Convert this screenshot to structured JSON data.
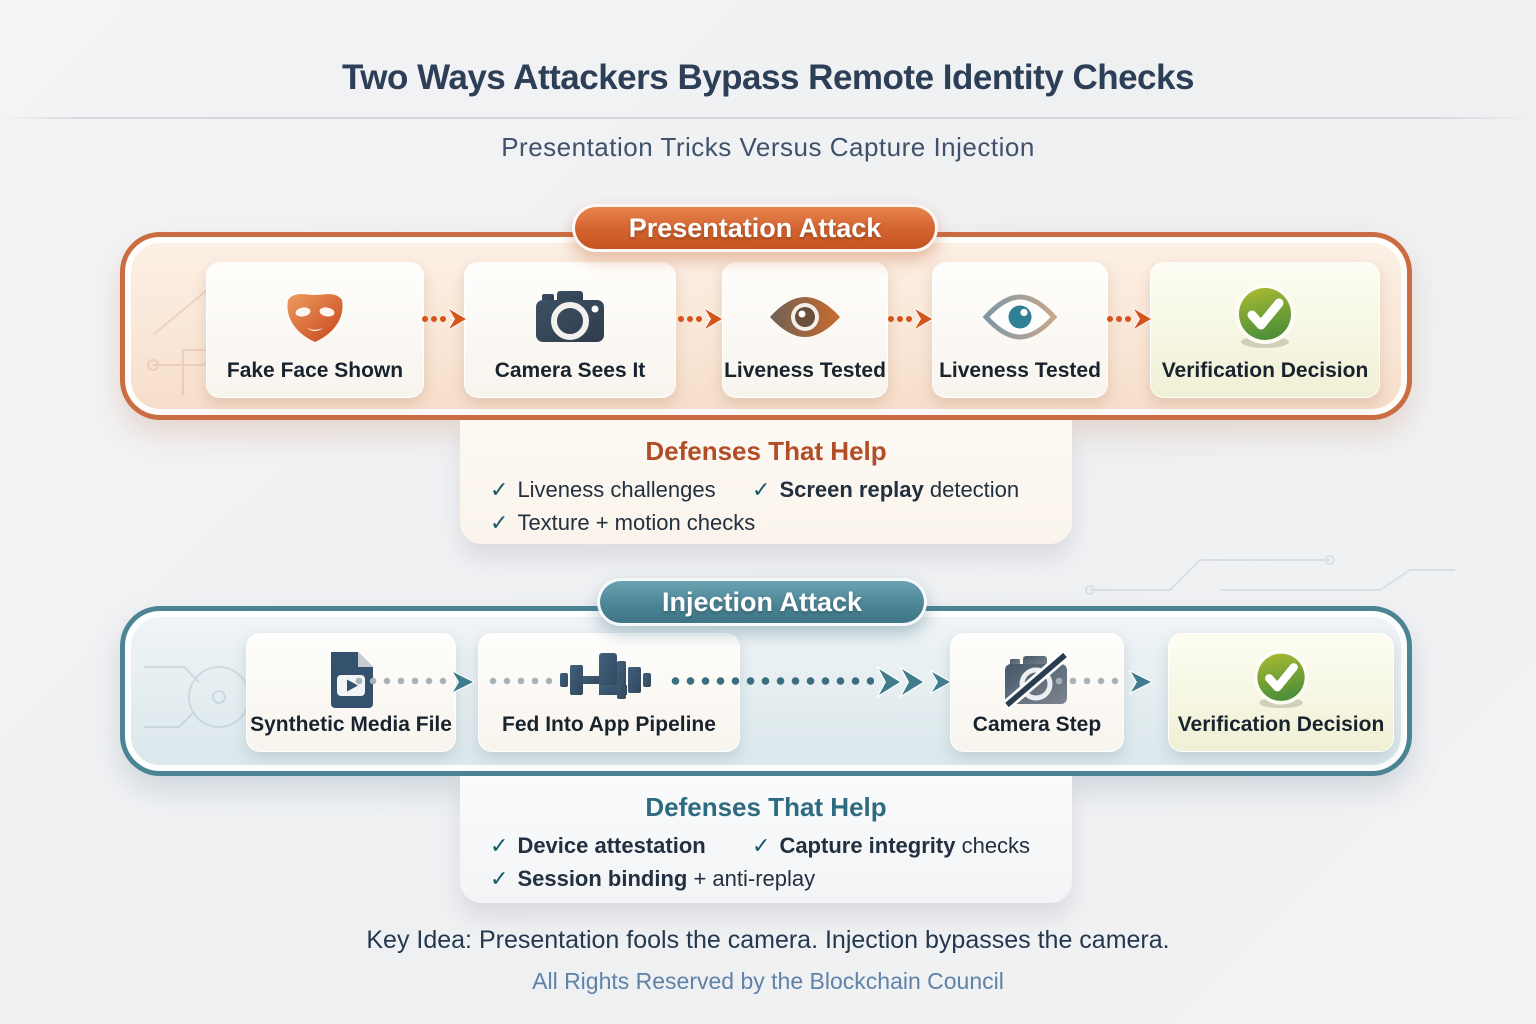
{
  "header": {
    "title": "Two Ways Attackers Bypass Remote Identity Checks",
    "subtitle": "Presentation Tricks Versus Capture Injection"
  },
  "presentation_attack": {
    "badge": "Presentation Attack",
    "steps": [
      {
        "label": "Fake Face Shown",
        "icon": "mask-icon"
      },
      {
        "label": "Camera Sees It",
        "icon": "camera-icon"
      },
      {
        "label": "Liveness Tested",
        "icon": "eye-filled-icon"
      },
      {
        "label": "Liveness Tested",
        "icon": "eye-outline-icon"
      },
      {
        "label": "Verification Decision",
        "icon": "check-circle-icon"
      }
    ],
    "defenses": {
      "title": "Defenses That Help",
      "items": [
        {
          "strong": "",
          "rest": "Liveness challenges"
        },
        {
          "strong": "Screen replay",
          "rest": " detection"
        },
        {
          "strong": "",
          "rest": "Texture + motion checks"
        }
      ]
    }
  },
  "injection_attack": {
    "badge": "Injection Attack",
    "steps": [
      {
        "label": "Synthetic Media File",
        "icon": "file-video-icon"
      },
      {
        "label": "Fed Into App Pipeline",
        "icon": "pipe-icon"
      },
      {
        "label": "Camera Step",
        "icon": "camera-slash-icon"
      },
      {
        "label": "Verification Decision",
        "icon": "check-circle-icon"
      }
    ],
    "defenses": {
      "title": "Defenses That Help",
      "items": [
        {
          "strong": "Device attestation",
          "rest": ""
        },
        {
          "strong": "Capture integrity",
          "rest": " checks"
        },
        {
          "strong": "Session binding",
          "rest": " + anti-replay"
        }
      ]
    }
  },
  "footer": {
    "key_idea": "Key Idea: Presentation fools the camera. Injection bypasses the camera.",
    "rights": "All Rights Reserved by the Blockchain Council"
  },
  "colors": {
    "presentation_border": "#cb6d43",
    "presentation_badge": "#d2622f",
    "injection_border": "#4c8494",
    "injection_badge": "#4a8494",
    "arrow_orange": "#d4541e",
    "arrow_teal": "#3f7c8e",
    "decision_green": "#5d9434",
    "defense_title_orange": "#b14e27",
    "defense_title_teal": "#2f6b80",
    "checkmark_teal": "#17596a",
    "title_text": "#2d3e57",
    "rights_text": "#5e82a8"
  }
}
